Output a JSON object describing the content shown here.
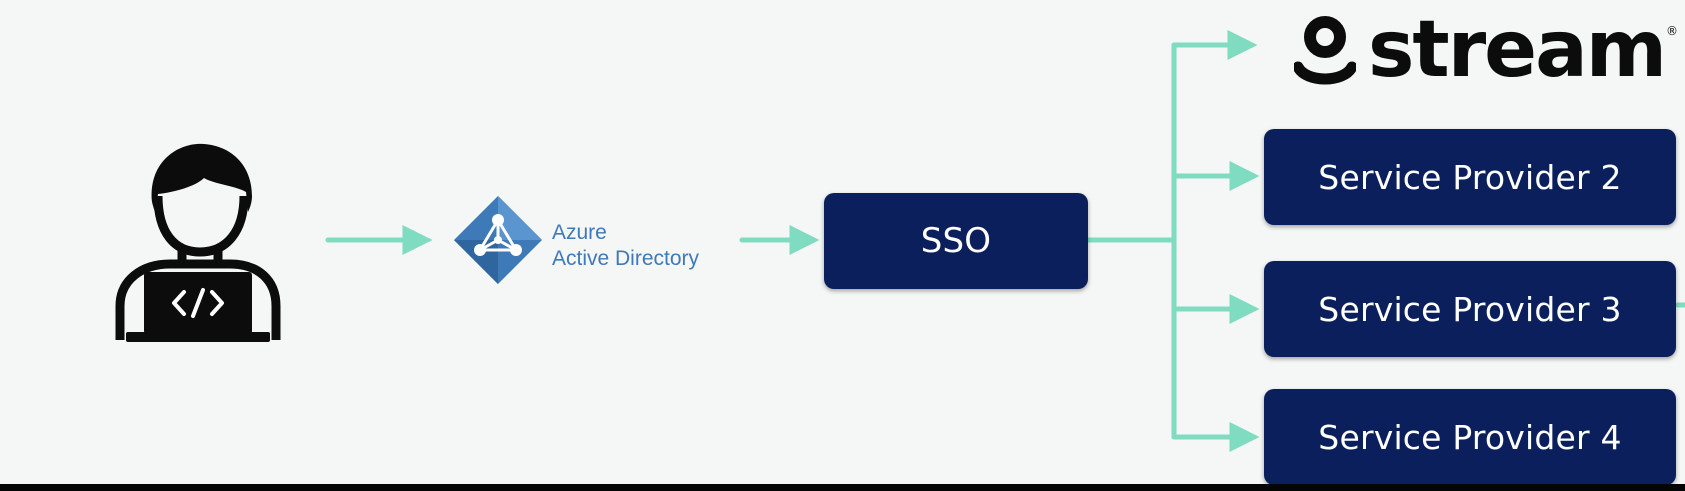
{
  "diagram": {
    "azure": {
      "line1": "Azure",
      "line2": "Active Directory"
    },
    "sso": {
      "label": "SSO"
    },
    "stream": {
      "wordmark": "stream",
      "registered": "®"
    },
    "service_providers": [
      {
        "label": "Service Provider 2"
      },
      {
        "label": "Service Provider 3"
      },
      {
        "label": "Service Provider 4"
      }
    ],
    "colors": {
      "connector": "#7fdcc0",
      "box_fill": "#0b1f5c",
      "box_text": "#ffffff",
      "azure_blue": "#3f7ab8",
      "icon_dark": "#0c0c0c"
    },
    "icons": {
      "user": "developer-laptop-icon",
      "azure": "azure-active-directory-icon",
      "stream": "stream-person-icon"
    }
  }
}
